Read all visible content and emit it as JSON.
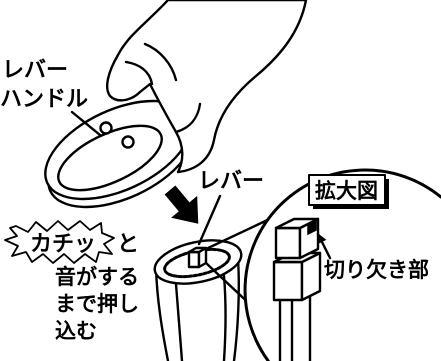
{
  "callouts": {
    "lever_handle_line1": "レバー",
    "lever_handle_line2": "ハンドル",
    "lever": "レバー",
    "notch": "切り欠き部"
  },
  "magnified_view": {
    "title": "拡大図"
  },
  "sound": {
    "onomatopoeia": "カチッ",
    "particle": "と"
  },
  "instruction": {
    "line1": "音がする",
    "line2": "まで押し",
    "line3": "込む"
  },
  "colors": {
    "ink": "#000000",
    "paper": "#ffffff"
  }
}
